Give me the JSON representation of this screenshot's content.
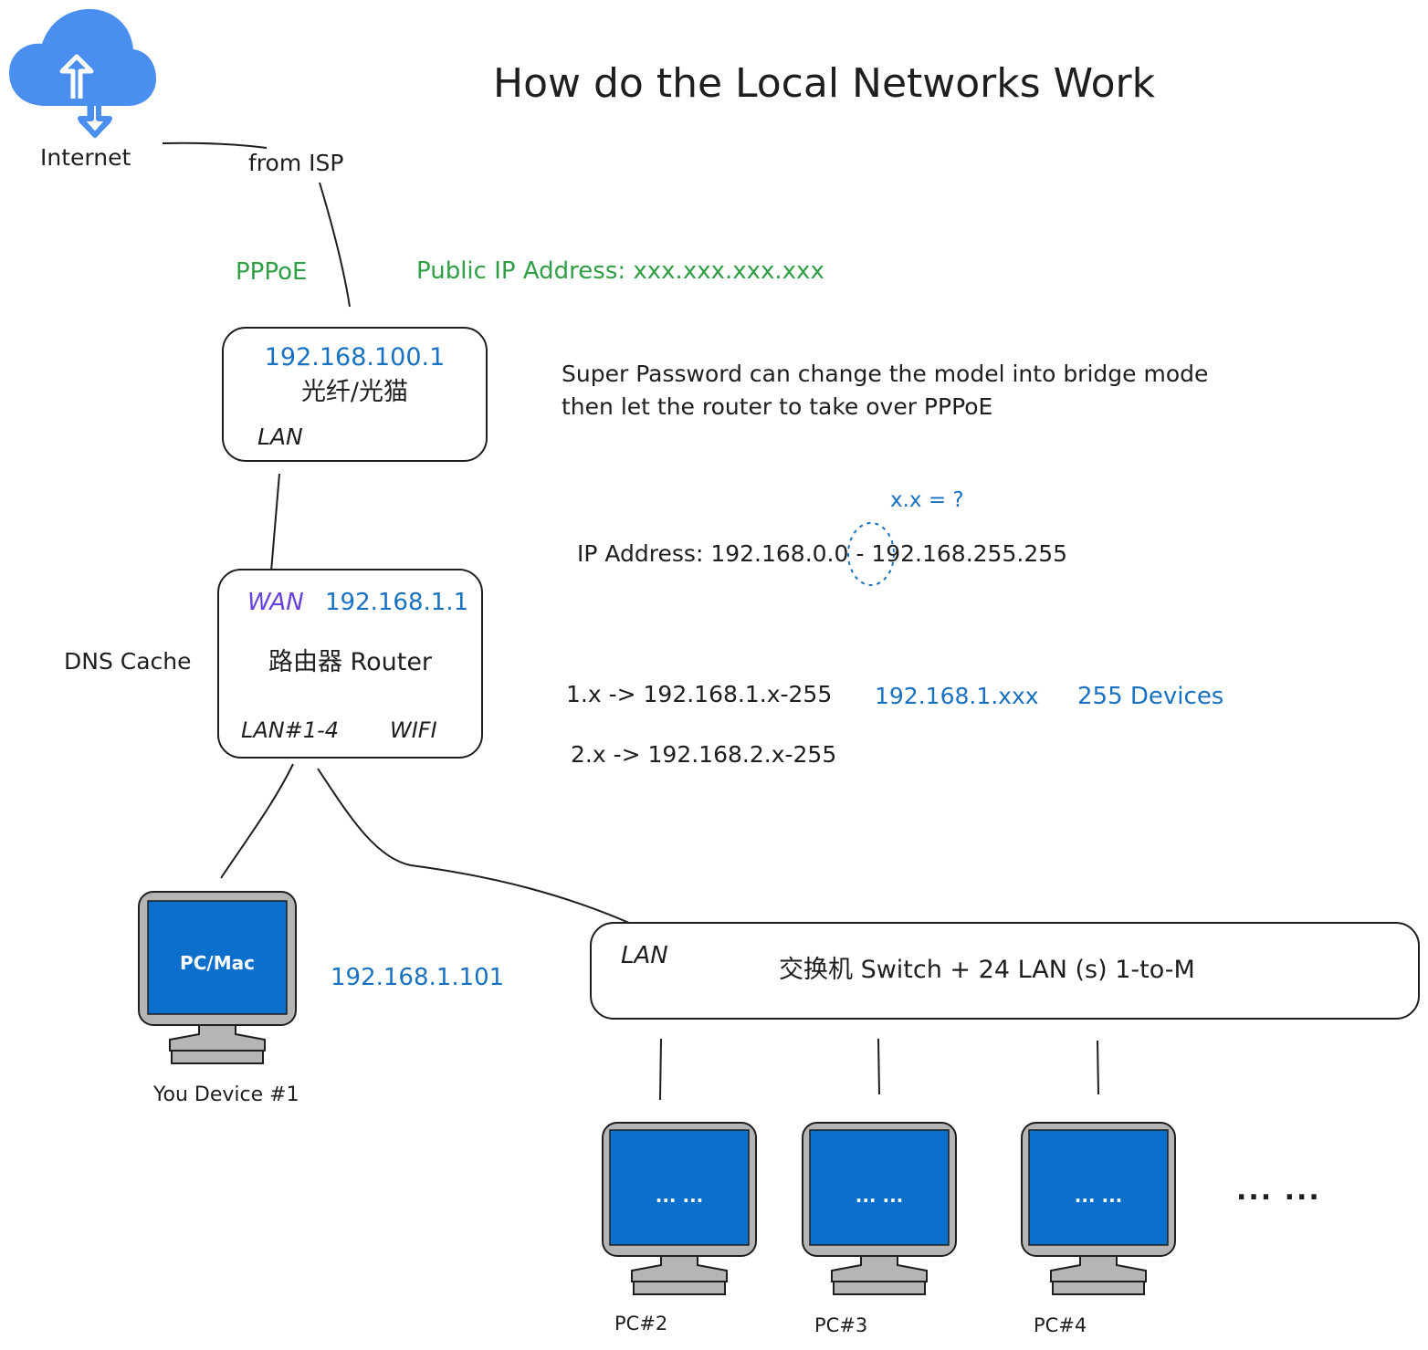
{
  "title": "How do the Local Networks Work",
  "internet": {
    "label": "Internet",
    "from_isp": "from ISP"
  },
  "pppoe": "PPPoE",
  "public_ip": "Public IP Address: xxx.xxx.xxx.xxx",
  "modem": {
    "ip": "192.168.100.1",
    "name": "光纤/光猫",
    "lan": "LAN"
  },
  "super_password_note": [
    "Super Password can change the model into bridge mode",
    "then let the router to take over PPPoE"
  ],
  "xx_question": "x.x = ?",
  "ip_range": "IP Address: 192.168.0.0 - 192.168.255.255",
  "router": {
    "wan": "WAN",
    "ip": "192.168.1.1",
    "name": "路由器 Router",
    "lan": "LAN#1-4",
    "wifi": "WIFI",
    "dns": "DNS Cache"
  },
  "subnet_1": "1.x -> 192.168.1.x-255",
  "subnet_1_pattern": "192.168.1.xxx",
  "subnet_1_devices": "255 Devices",
  "subnet_2": "2.x -> 192.168.2.x-255",
  "pc1": {
    "screen": "PC/Mac",
    "ip": "192.168.1.101",
    "caption": "You Device #1"
  },
  "switch": {
    "lan": "LAN",
    "name": "交换机 Switch + 24 LAN (s) 1-to-M"
  },
  "pcs": [
    {
      "screen": "... ...",
      "caption": "PC#2"
    },
    {
      "screen": "... ...",
      "caption": "PC#3"
    },
    {
      "screen": "... ...",
      "caption": "PC#4"
    }
  ],
  "more": "... ...",
  "colors": {
    "green": "#2f9e44",
    "blue": "#1971c2",
    "purple": "#6741d9",
    "screen": "#0b6fcb",
    "cloud": "#4a8ff0",
    "stand": "#b5b5b5"
  }
}
